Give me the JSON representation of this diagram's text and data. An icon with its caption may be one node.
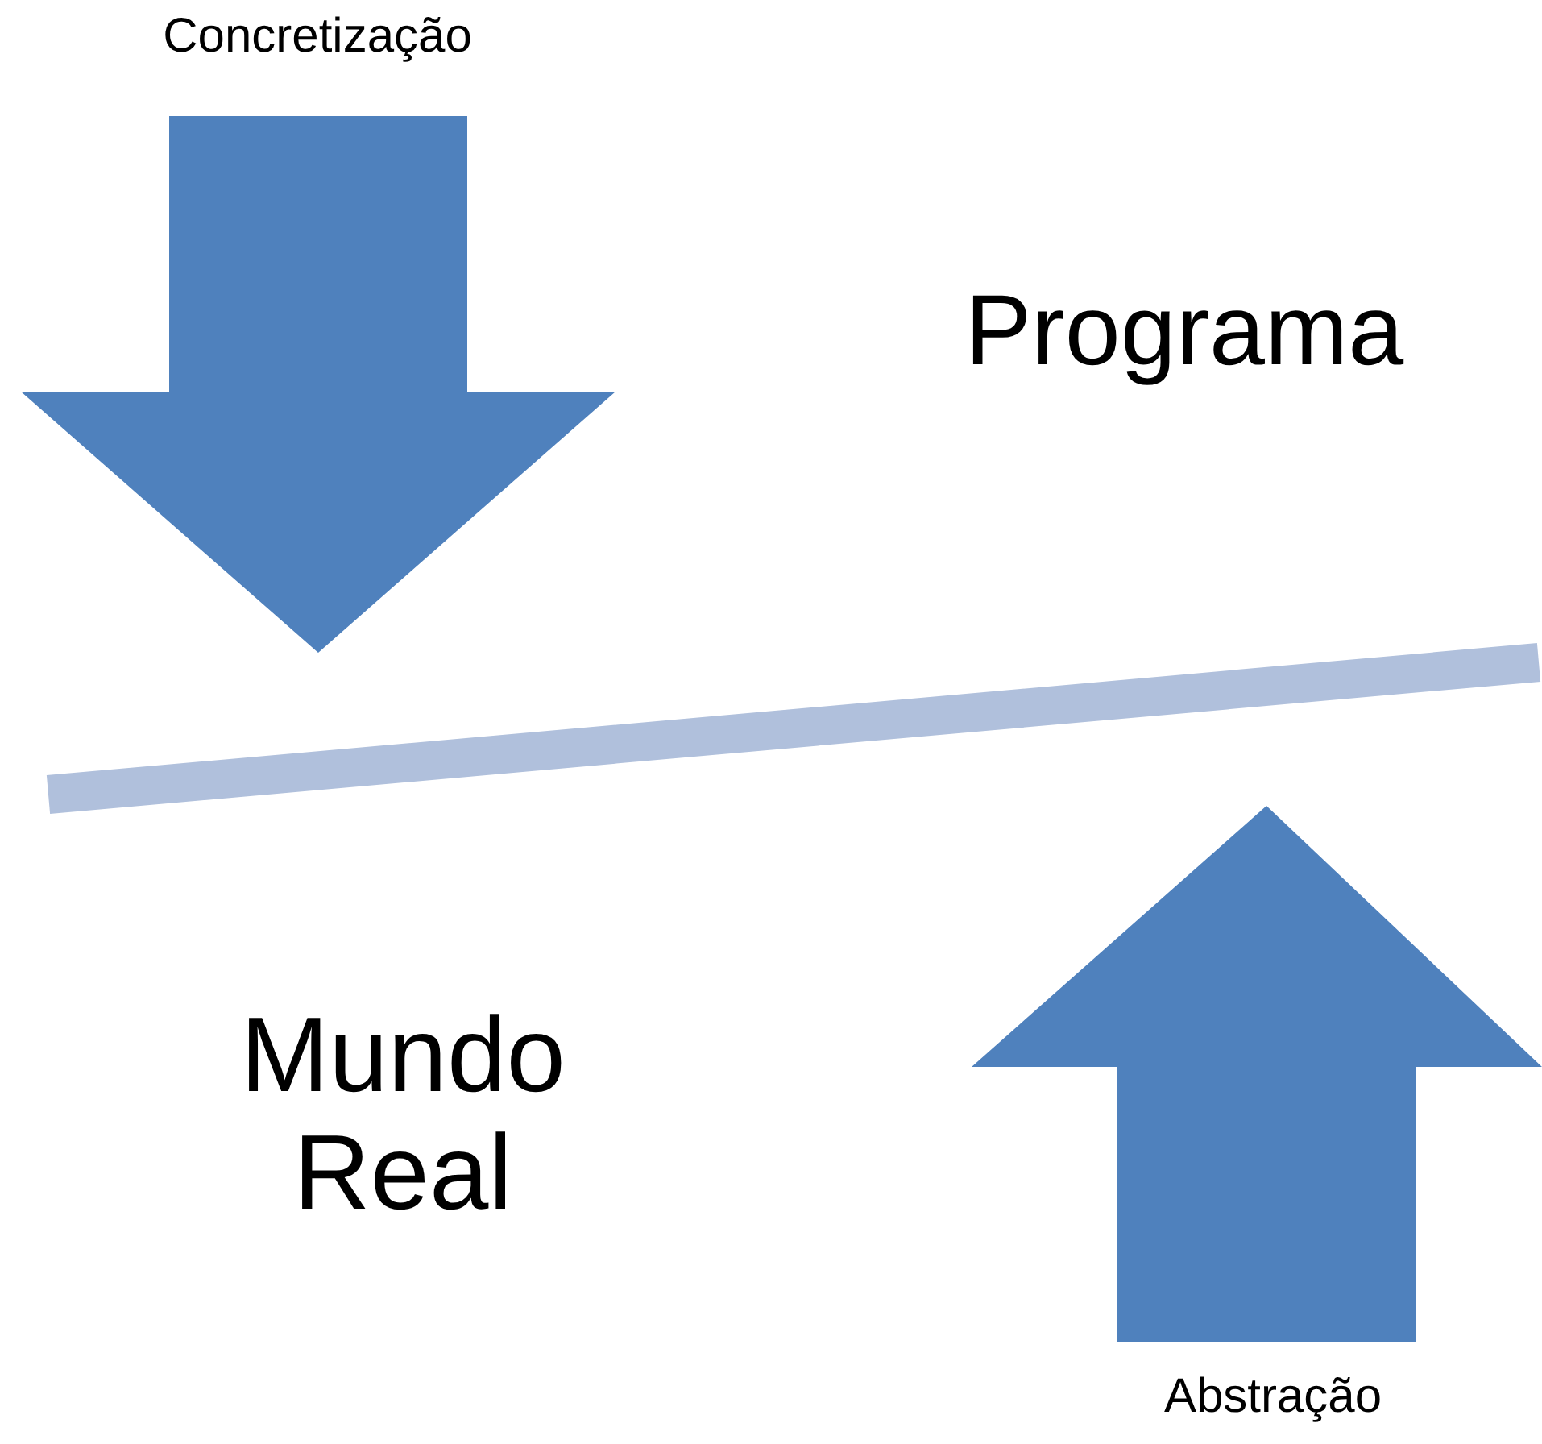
{
  "diagram": {
    "nodes": [
      {
        "text": [
          "Programa"
        ]
      },
      {
        "text": [
          "Mundo Real"
        ]
      }
    ],
    "labels": [
      "Concretização",
      "Abstração"
    ]
  }
}
